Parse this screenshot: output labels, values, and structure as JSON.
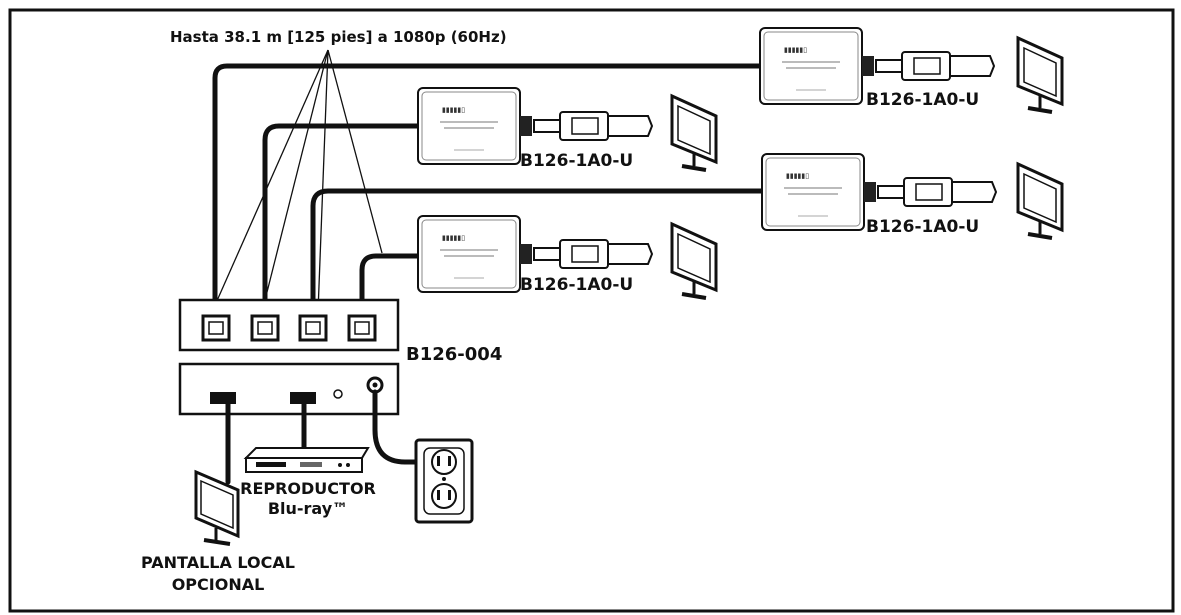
{
  "diagram": {
    "cable_note": "Hasta 38.1 m [125 pies] a 1080p (60Hz)",
    "receivers": [
      {
        "model": "B126-1A0-U"
      },
      {
        "model": "B126-1A0-U"
      },
      {
        "model": "B126-1A0-U"
      },
      {
        "model": "B126-1A0-U"
      }
    ],
    "splitter": {
      "model": "B126-004"
    },
    "bluray": {
      "line1": "REPRODUCTOR",
      "line2": "Blu-ray™"
    },
    "local_display": {
      "line1": "PANTALLA LOCAL",
      "line2": "OPCIONAL"
    }
  },
  "colors": {
    "ink": "#111111",
    "background": "#ffffff"
  }
}
